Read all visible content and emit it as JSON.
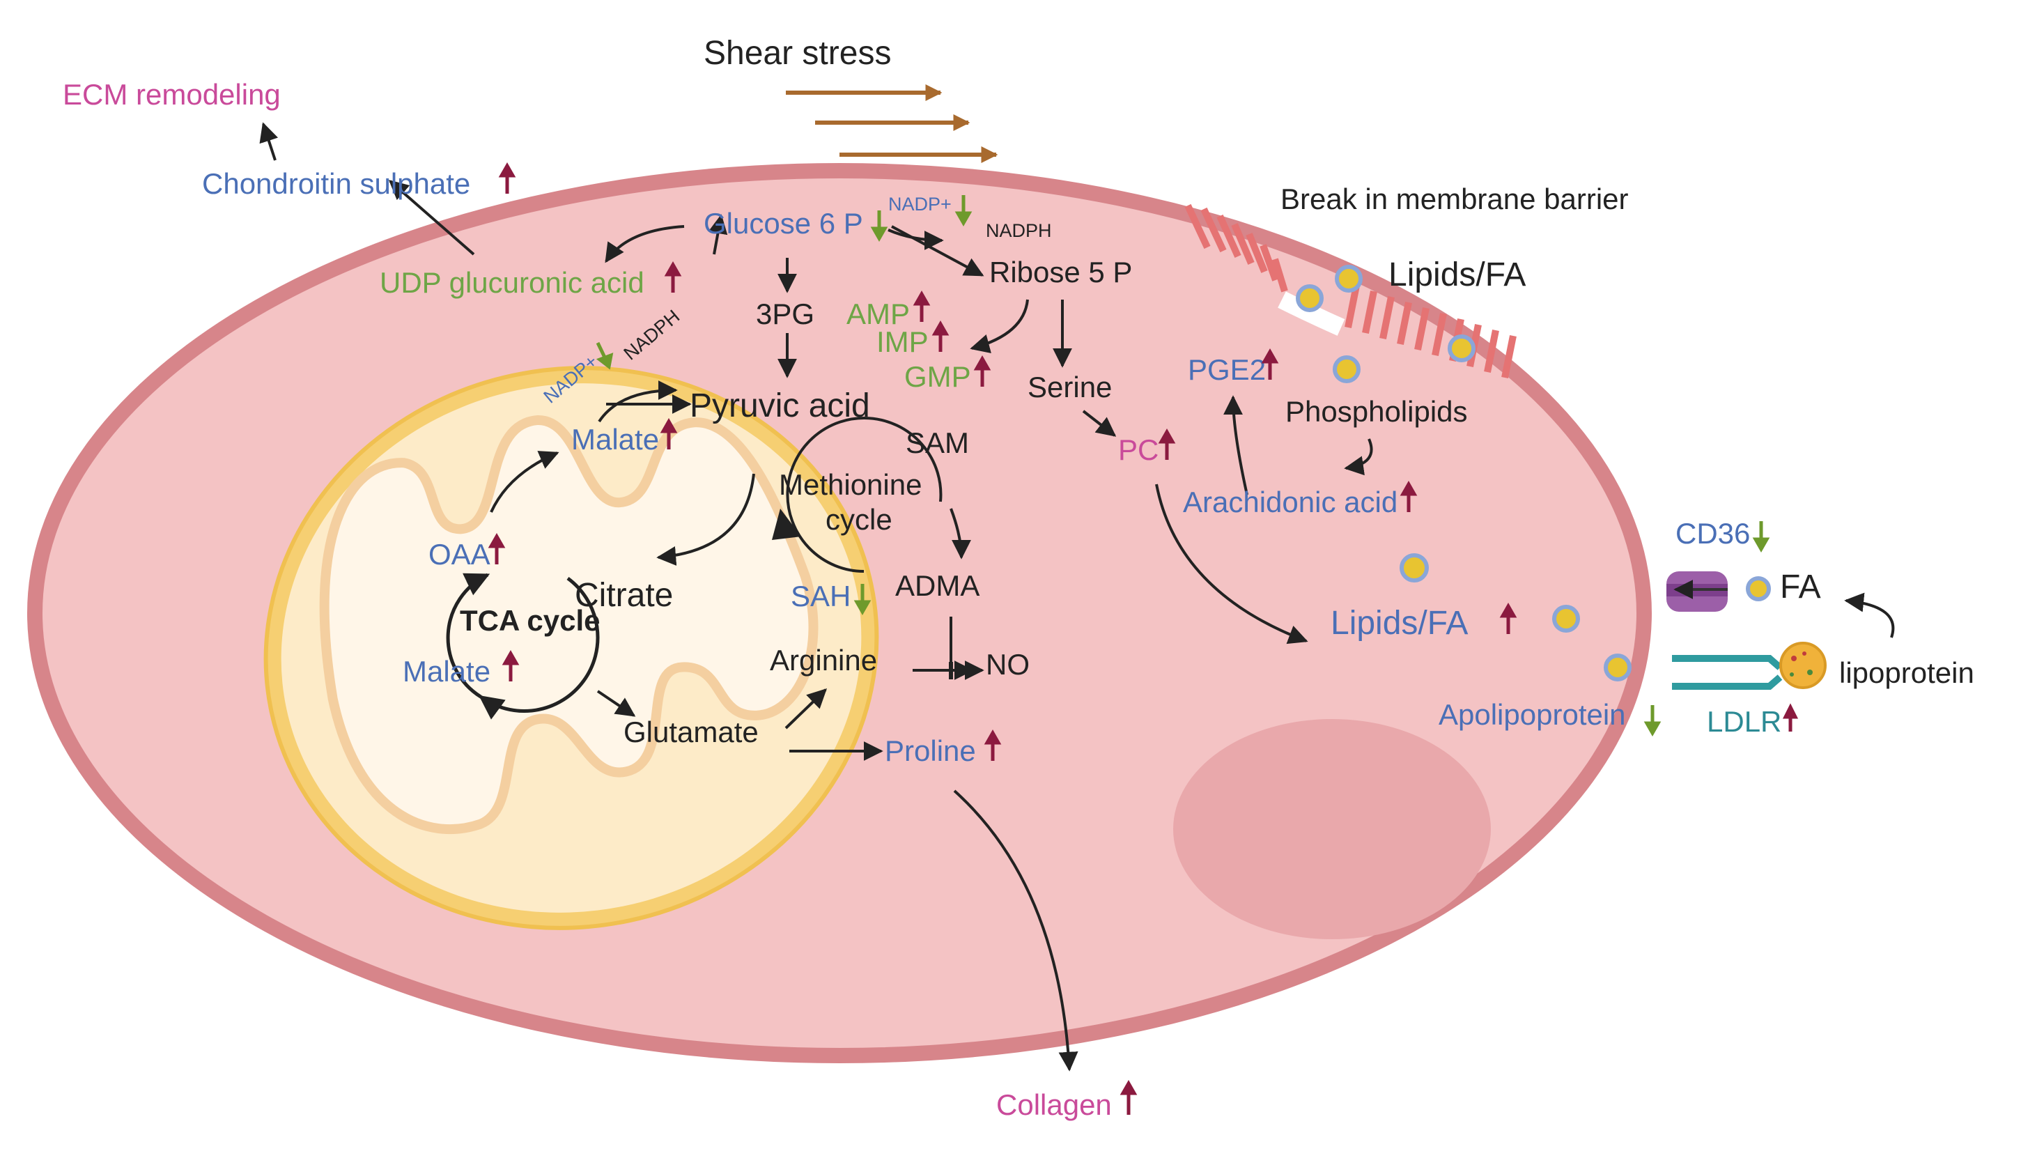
{
  "colors": {
    "cell_fill": "#f4c3c4",
    "cell_border": "#d7858a",
    "nucleus": "#e9a8ab",
    "mito_outer": "#f6cf72",
    "mito_inner": "#fff4e3",
    "text_dark": "#222222",
    "text_blue": "#4a6fb6",
    "text_green": "#6ea546",
    "text_magenta": "#c94a9a",
    "text_teal": "#2c8a94",
    "arrow_up": "#8b1a3f",
    "arrow_down": "#6e9a2c",
    "shear_arrow": "#a86a2e",
    "receptor": "#e57373",
    "lipid_dot": "#e8c431",
    "lipid_ring": "#8aa6d8",
    "cd36": "#9c5fa8",
    "ldlr": "#2f9b9f",
    "lipoprotein": "#f0b23a"
  },
  "labels": {
    "shear_stress": "Shear stress",
    "ecm_remodeling": "ECM remodeling",
    "chondroitin_sulphate": "Chondroitin sulphate",
    "udp_glucuronic_acid": "UDP glucuronic acid",
    "glucose_6p": "Glucose 6 P",
    "nadp_top": "NADP+",
    "nadph_top": "NADPH",
    "ribose_5p": "Ribose 5 P",
    "pg3": "3PG",
    "amp": "AMP",
    "imp": "IMP",
    "gmp": "GMP",
    "serine": "Serine",
    "pc": "PC",
    "nadp_mito": "NADP+",
    "nadph_mito": "NADPH",
    "pyruvic_acid": "Pyruvic acid",
    "malate_top": "Malate",
    "sam": "SAM",
    "methionine": "Methionine",
    "cycle": "cycle",
    "adma": "ADMA",
    "sah": "SAH",
    "oaa": "OAA",
    "citrate": "Citrate",
    "tca_cycle": "TCA cycle",
    "malate_bottom": "Malate",
    "arginine": "Arginine",
    "no": "NO",
    "glutamate": "Glutamate",
    "proline": "Proline",
    "collagen": "Collagen",
    "break_membrane": "Break in membrane barrier",
    "lipids_fa_top": "Lipids/FA",
    "pge2": "PGE2",
    "phospholipids": "Phospholipids",
    "arachidonic_acid": "Arachidonic acid",
    "lipids_fa_center": "Lipids/FA",
    "cd36": "CD36",
    "fa": "FA",
    "lipoprotein": "lipoprotein",
    "apolipoprotein": "Apolipoprotein",
    "ldlr": "LDLR"
  }
}
